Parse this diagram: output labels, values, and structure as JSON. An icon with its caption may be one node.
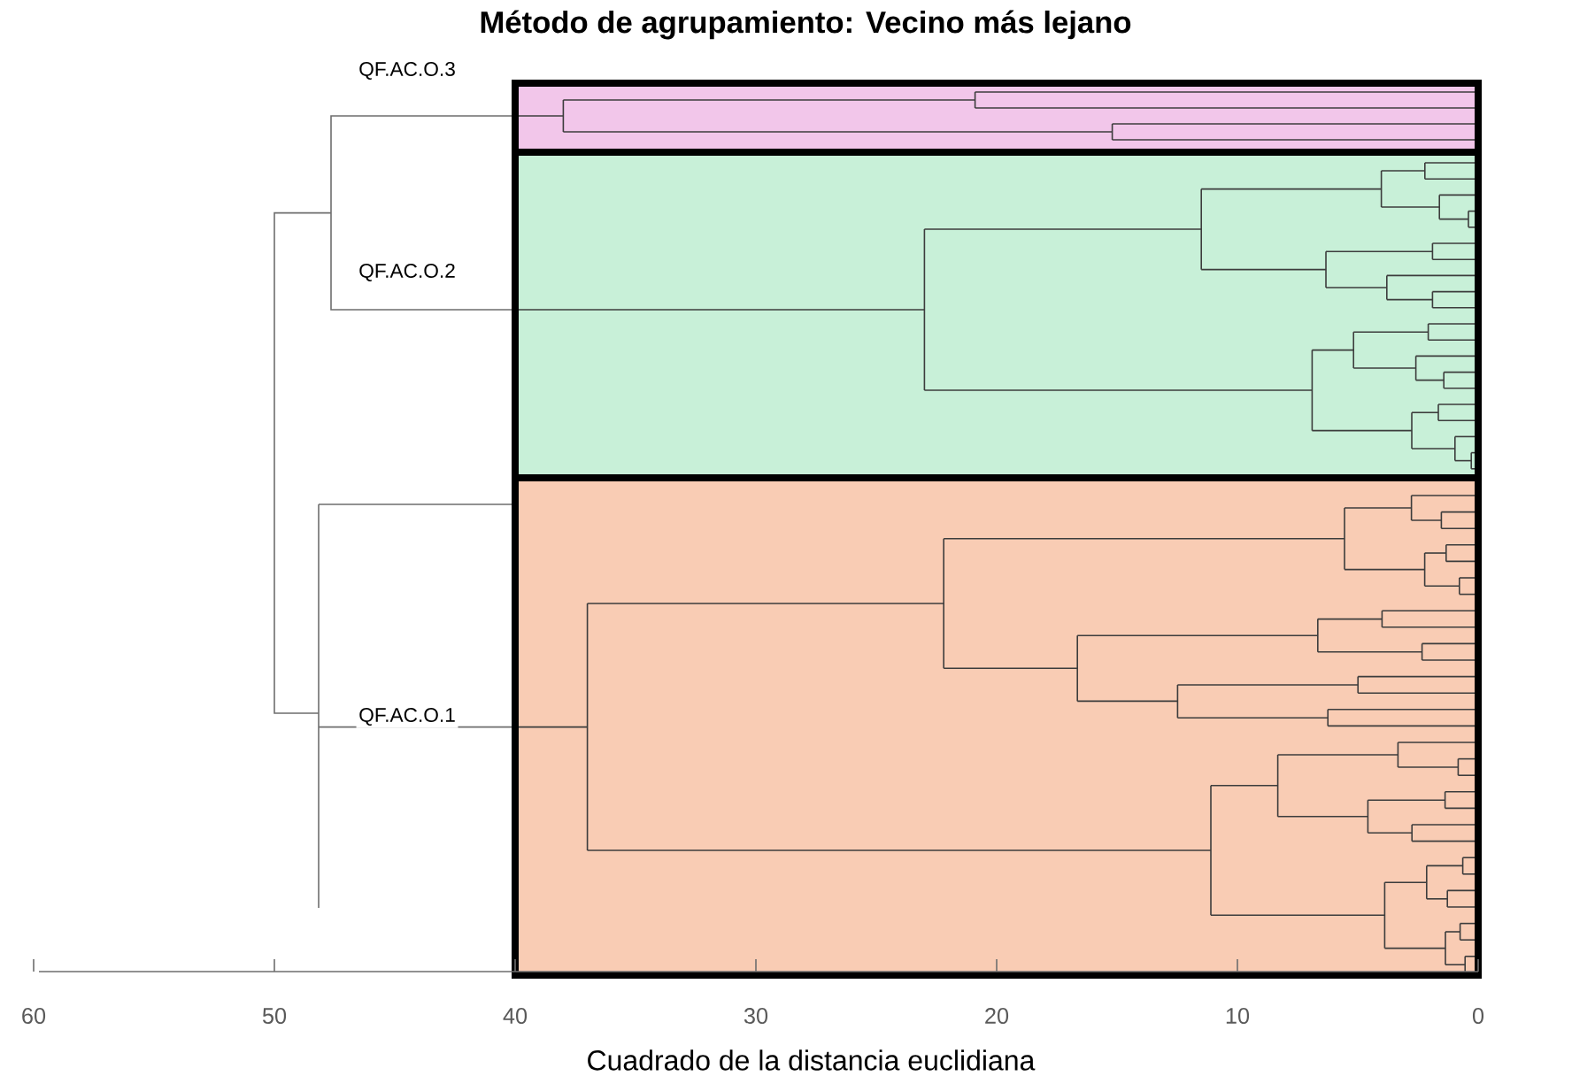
{
  "diagram": {
    "title": "Método de agrupamiento: Vecino más lejano",
    "labels": [
      "QF.AC.O.3",
      "QF.AC.O.2",
      "QF.AC.O.1",
      "60",
      "50",
      "40",
      "30",
      "20",
      "10",
      "0",
      "Cuadrado de la distancia euclidiana"
    ]
  }
}
